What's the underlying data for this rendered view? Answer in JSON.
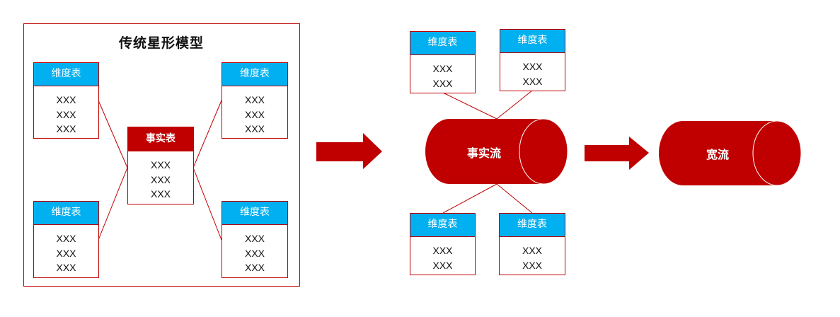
{
  "left_panel": {
    "title": "传统星形模型",
    "dimension_tables": [
      {
        "header": "维度表",
        "rows": [
          "XXX",
          "XXX",
          "XXX"
        ]
      },
      {
        "header": "维度表",
        "rows": [
          "XXX",
          "XXX",
          "XXX"
        ]
      },
      {
        "header": "维度表",
        "rows": [
          "XXX",
          "XXX",
          "XXX"
        ]
      },
      {
        "header": "维度表",
        "rows": [
          "XXX",
          "XXX",
          "XXX"
        ]
      }
    ],
    "fact_table": {
      "header": "事实表",
      "rows": [
        "XXX",
        "XXX",
        "XXX"
      ]
    }
  },
  "right_panel": {
    "dimension_tables": [
      {
        "header": "维度表",
        "rows": [
          "XXX",
          "XXX"
        ]
      },
      {
        "header": "维度表",
        "rows": [
          "XXX",
          "XXX"
        ]
      },
      {
        "header": "维度表",
        "rows": [
          "XXX",
          "XXX"
        ]
      },
      {
        "header": "维度表",
        "rows": [
          "XXX",
          "XXX"
        ]
      }
    ],
    "fact_stream": {
      "label": "事实流"
    },
    "wide_stream": {
      "label": "宽流"
    }
  },
  "colors": {
    "accent_red": "#c00000",
    "dimension_header": "#00b0f0",
    "text": "#111111"
  }
}
